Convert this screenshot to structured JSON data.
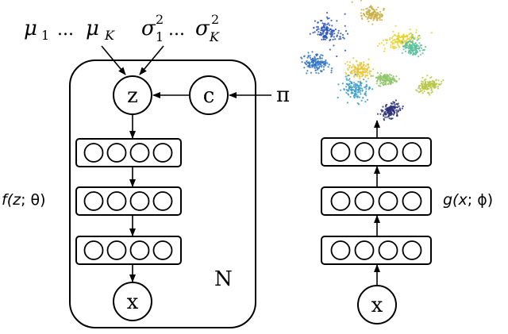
{
  "generative": {
    "mu_symbol": "μ",
    "mu_first_sub": "1",
    "mu_last_sub": "K",
    "ellipsis": "...",
    "sigma_symbol": "σ",
    "sigma_sup": "2",
    "sigma_first_sub": "1",
    "sigma_last_sub": "K",
    "z_label": "z",
    "c_label": "c",
    "pi_label": "π",
    "decoder_label_open": "f(",
    "decoder_label_var": "z",
    "decoder_label_sep": "; ",
    "decoder_label_param": "θ",
    "decoder_label_close": ")",
    "x_label": "x",
    "plate_label": "N"
  },
  "inference": {
    "encoder_label_open": "g(",
    "encoder_label_var": "x",
    "encoder_label_sep": "; ",
    "encoder_label_param": "ϕ",
    "encoder_label_close": ")",
    "x_label": "x"
  },
  "clusters": [
    {
      "color": "#2a54b8"
    },
    {
      "color": "#c9b14a"
    },
    {
      "color": "#e8d22e"
    },
    {
      "color": "#5cbf9a"
    },
    {
      "color": "#2f72c4"
    },
    {
      "color": "#e6c63a"
    },
    {
      "color": "#3a9ec8"
    },
    {
      "color": "#8fc66a"
    },
    {
      "color": "#b8c84a"
    },
    {
      "color": "#2b2f78"
    }
  ]
}
